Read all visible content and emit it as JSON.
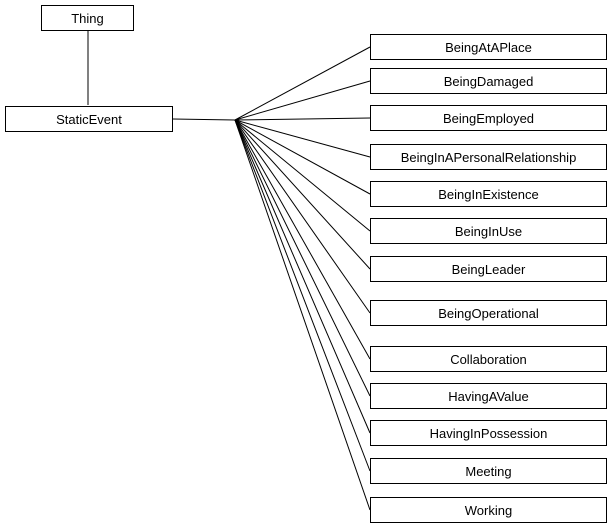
{
  "root": {
    "label": "Thing"
  },
  "parent": {
    "label": "StaticEvent"
  },
  "children": [
    {
      "label": "BeingAtAPlace"
    },
    {
      "label": "BeingDamaged"
    },
    {
      "label": "BeingEmployed"
    },
    {
      "label": "BeingInAPersonalRelationship"
    },
    {
      "label": "BeingInExistence"
    },
    {
      "label": "BeingInUse"
    },
    {
      "label": "BeingLeader"
    },
    {
      "label": "BeingOperational"
    },
    {
      "label": "Collaboration"
    },
    {
      "label": "HavingAValue"
    },
    {
      "label": "HavingInPossession"
    },
    {
      "label": "Meeting"
    },
    {
      "label": "Working"
    }
  ]
}
